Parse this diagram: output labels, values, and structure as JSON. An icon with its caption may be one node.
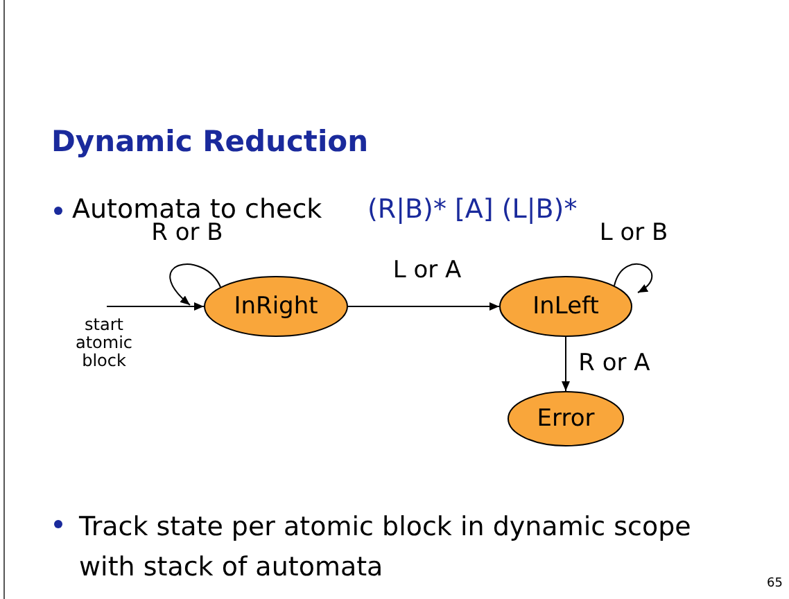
{
  "diagram": {
    "title": "Dynamic Reduction",
    "nodes": [
      {
        "text": [
          "InRight"
        ]
      },
      {
        "text": [
          "InLeft"
        ]
      },
      {
        "text": [
          "Error"
        ]
      }
    ],
    "edges": [
      {
        "from": null,
        "to": 0,
        "arrow": "to",
        "label": "start atomic block"
      },
      {
        "from": 0,
        "to": 0,
        "arrow": "to",
        "label": "R or B"
      },
      {
        "from": 0,
        "to": 1,
        "arrow": "to",
        "label": "L or A"
      },
      {
        "from": 1,
        "to": 1,
        "arrow": "to",
        "label": "L or B"
      },
      {
        "from": 1,
        "to": 2,
        "arrow": "to",
        "label": "R or A"
      }
    ],
    "labels": [
      "Automata to check",
      "(R|B)* [A] (L|B)*",
      "Track state per atomic block in dynamic scope with stack of automata",
      "65"
    ]
  }
}
